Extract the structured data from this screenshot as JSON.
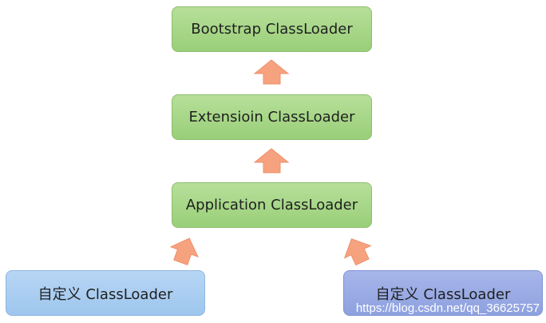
{
  "diagram": {
    "boxes": {
      "bootstrap": "Bootstrap ClassLoader",
      "extension": "Extensioin ClassLoader",
      "application": "Application ClassLoader",
      "custom_left": "自定义 ClassLoader",
      "custom_right": "自定义 ClassLoader"
    },
    "colors": {
      "loader_box": "#a6d588",
      "custom_left_box": "#aacdf1",
      "custom_right_box": "#98aae4",
      "arrow_fill": "#f7a27f"
    },
    "watermark": "https://blog.csdn.net/qq_36625757"
  }
}
